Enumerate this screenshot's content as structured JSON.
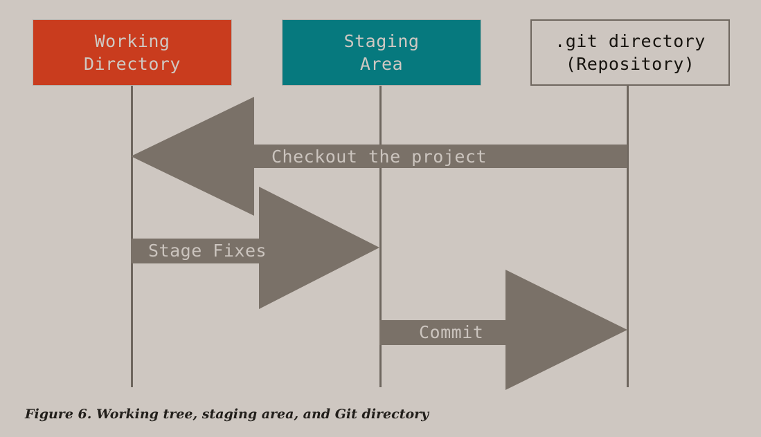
{
  "figure": {
    "caption": "Figure 6. Working tree, staging area, and Git directory",
    "background_color": "#cec7c1"
  },
  "nodes": [
    {
      "id": "working-directory",
      "line1": "Working",
      "line2": "Directory",
      "fill": "#c93c1e",
      "text_color": "#cfc8c2"
    },
    {
      "id": "staging-area",
      "line1": "Staging",
      "line2": "Area",
      "fill": "#06797e",
      "text_color": "#cfc8c2"
    },
    {
      "id": "git-directory",
      "line1": ".git directory",
      "line2": "(Repository)",
      "fill": "#cdc6c0",
      "text_color": "#17140f",
      "border_color": "#6f675f"
    }
  ],
  "arrows": [
    {
      "id": "checkout",
      "label": "Checkout the project",
      "direction": "left",
      "from": "git-directory",
      "to": "working-directory",
      "color": "#7a7168",
      "label_color": "#cbc4be"
    },
    {
      "id": "stage-fixes",
      "label": "Stage Fixes",
      "direction": "right",
      "from": "working-directory",
      "to": "staging-area",
      "color": "#7a7168",
      "label_color": "#cbc4be"
    },
    {
      "id": "commit",
      "label": "Commit",
      "direction": "right",
      "from": "staging-area",
      "to": "git-directory",
      "color": "#7a7168",
      "label_color": "#cbc4be"
    }
  ],
  "lifelines": {
    "color": "#6e665e"
  }
}
